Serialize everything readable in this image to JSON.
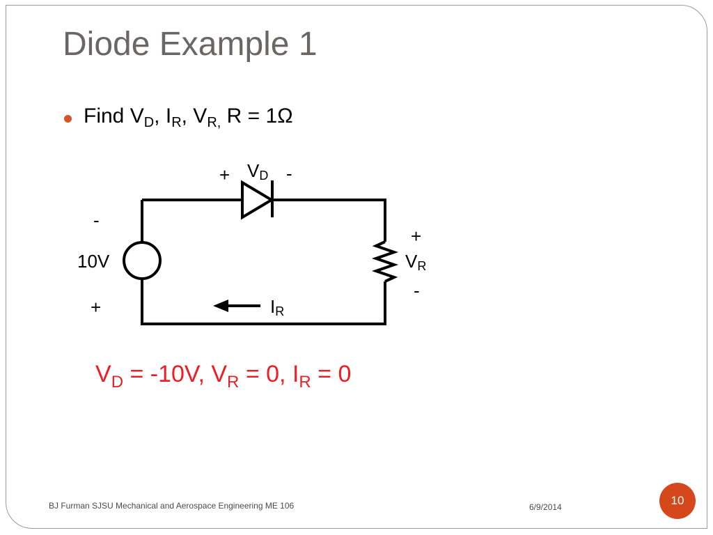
{
  "slide": {
    "title": "Diode Example 1",
    "bullet": {
      "find": "Find V",
      "vd_sub": "D",
      "comma1": ", I",
      "ir_sub": "R",
      "comma2": ", V",
      "vr_sub": "R,",
      "given": " R = 1Ω"
    }
  },
  "circuit": {
    "source_label": "10V",
    "source_top_sign": "-",
    "source_bottom_sign": "+",
    "diode_plus": "+",
    "diode_minus": "-",
    "diode_v": "V",
    "diode_sub": "D",
    "resistor_plus": "+",
    "resistor_minus": "-",
    "resistor_v": "V",
    "resistor_sub": "R",
    "current_i": "I",
    "current_sub": "R"
  },
  "answer": {
    "v1": "V",
    "s1": "D",
    "t1": " = -10V, V",
    "s2": "R",
    "t2": " = 0, I",
    "s3": "R",
    "t3": " = 0",
    "color": "#ee1c24"
  },
  "footer": {
    "left": "BJ Furman SJSU Mechanical and Aerospace Engineering  ME 106",
    "date": "6/9/2014",
    "page": "10"
  },
  "colors": {
    "title": "#6b6563",
    "bullet": "#d4562a",
    "badge": "#d4481b"
  }
}
